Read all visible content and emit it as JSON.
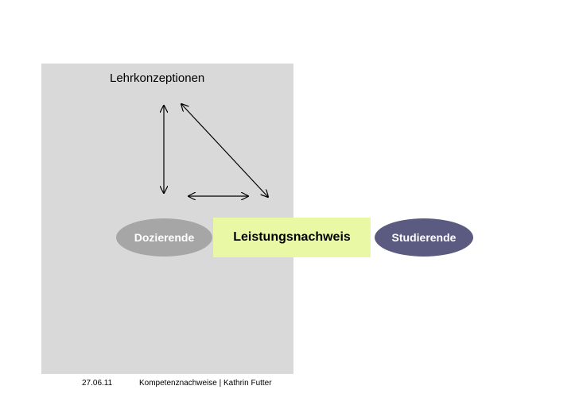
{
  "title": "Lehrkonzeptionen",
  "nodes": {
    "dozierende": "Dozierende",
    "leistungsnachweis": "Leistungsnachweis",
    "studierende": "Studierende"
  },
  "footer": {
    "date": "27.06.11",
    "text": "Kompetenznachweise | Kathrin Futter"
  },
  "colors": {
    "panel": "#d9d9d9",
    "dozierende": "#a6a6a6",
    "leistungsnachweis": "#e8f8a4",
    "studierende": "#5b5a80"
  }
}
